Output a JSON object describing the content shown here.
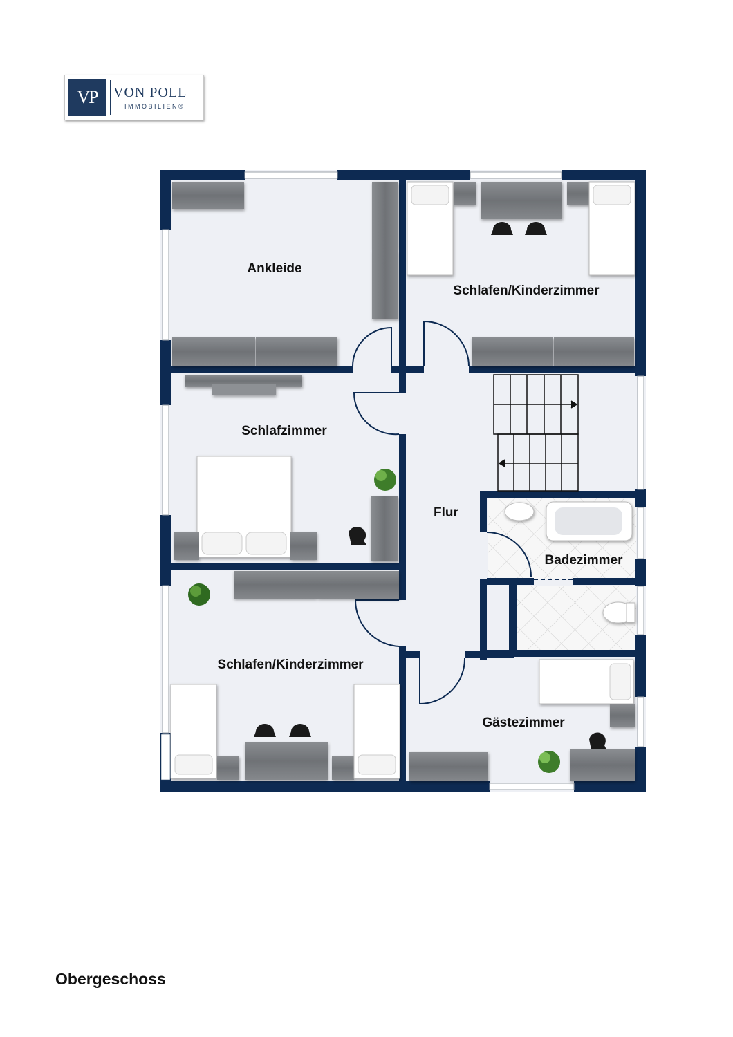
{
  "logo": {
    "mark": "VP",
    "name": "VON POLL",
    "sub": "IMMOBILIEN®"
  },
  "rooms": {
    "ankleide": "Ankleide",
    "kinder1": "Schlafen/Kinderzimmer",
    "schlafzimmer": "Schlafzimmer",
    "flur": "Flur",
    "badezimmer": "Badezimmer",
    "kinder2": "Schlafen/Kinderzimmer",
    "gaeste": "Gästezimmer"
  },
  "floor_label": "Obergeschoss",
  "colors": {
    "wall": "#0d2a52",
    "floor": "#eef0f5",
    "furniture": "#7c7f83",
    "tile": "#f6f6f6"
  }
}
